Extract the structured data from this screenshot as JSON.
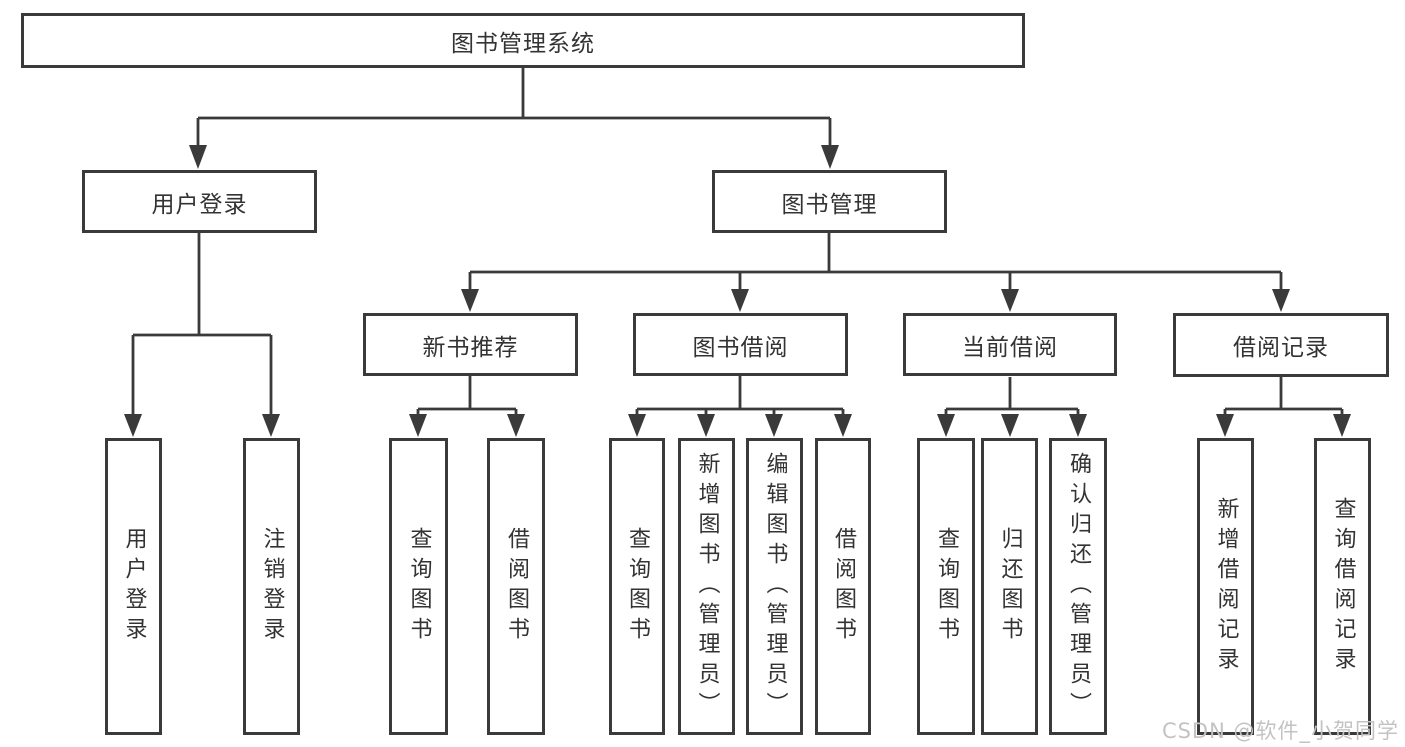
{
  "title": "图书管理系统",
  "tree": {
    "user_login": {
      "label": "用户登录",
      "children": [
        "用户登录",
        "注销登录"
      ]
    },
    "book_management": {
      "label": "图书管理",
      "sections": {
        "new_book_recommend": {
          "label": "新书推荐",
          "children": [
            "查询图书",
            "借阅图书"
          ]
        },
        "book_borrow": {
          "label": "图书借阅",
          "children": [
            "查询图书",
            "新增图书（管理员）",
            "编辑图书（管理员）",
            "借阅图书"
          ]
        },
        "current_borrow": {
          "label": "当前借阅",
          "children": [
            "查询图书",
            "归还图书",
            "确认归还（管理员）"
          ]
        },
        "borrow_records": {
          "label": "借阅记录",
          "children": [
            "新增借阅记录",
            "查询借阅记录"
          ]
        }
      }
    }
  },
  "watermark": "CSDN @软件_小贺同学",
  "colors": {
    "line": "#3a3a3a",
    "text": "#333333",
    "watermark": "#c3c3c3",
    "background": "#ffffff"
  }
}
